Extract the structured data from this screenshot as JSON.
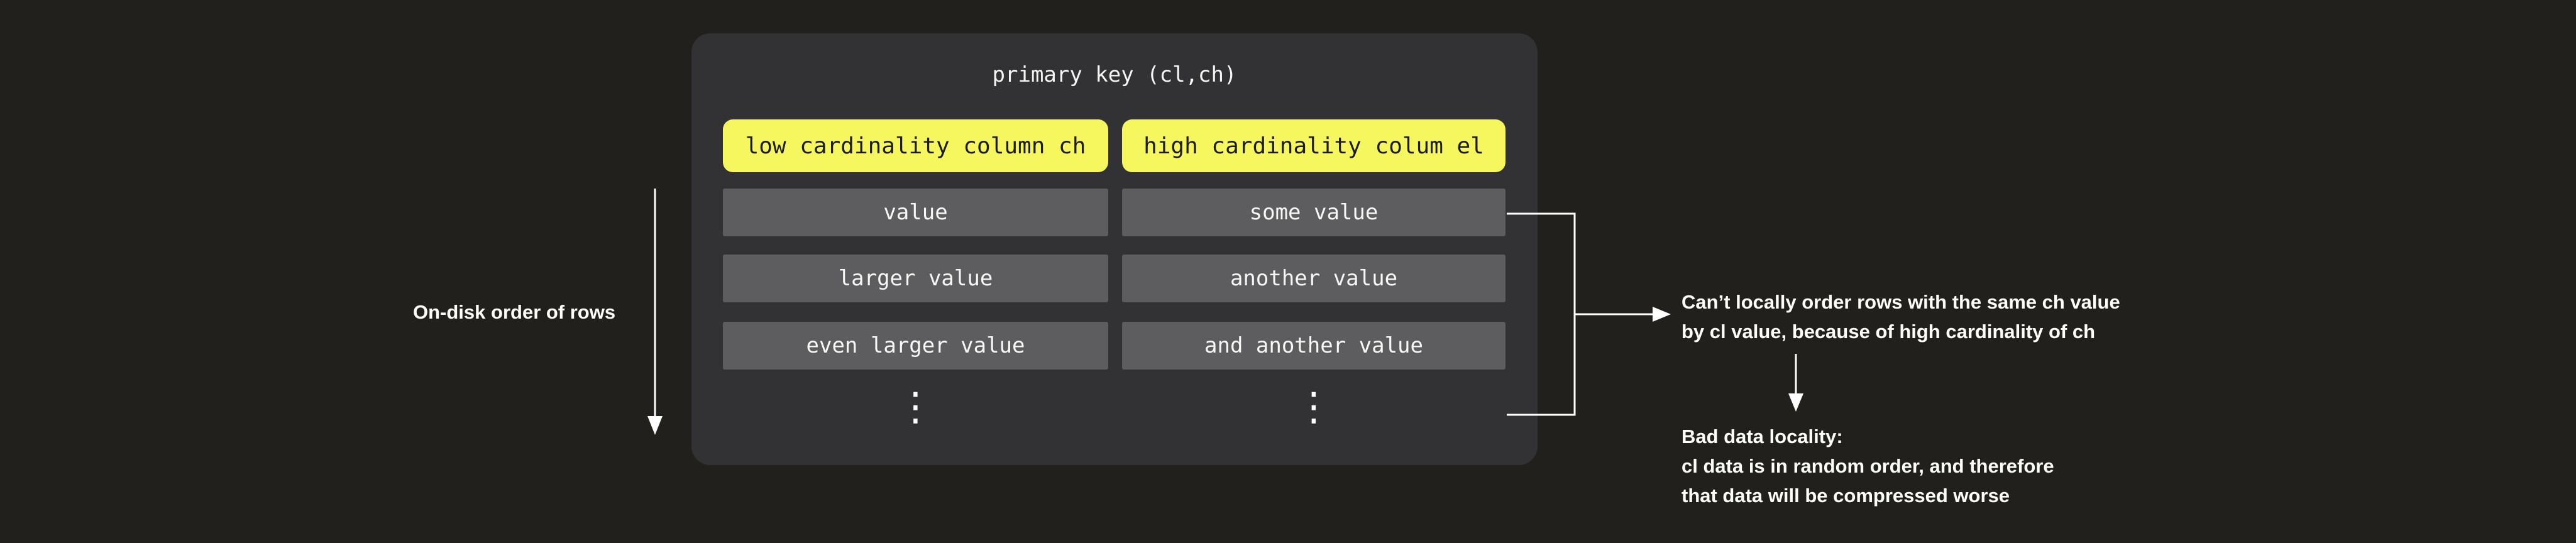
{
  "panel": {
    "title": "primary key (cl,ch)",
    "columns": [
      {
        "header": "low cardinality column ch",
        "rows": [
          "value",
          "larger value",
          "even larger value"
        ],
        "ellipsis": "⋮"
      },
      {
        "header": "high cardinality colum el",
        "rows": [
          "some value",
          "another value",
          "and another value"
        ],
        "ellipsis": "⋮"
      }
    ]
  },
  "left_label": "On-disk order of rows",
  "notes": [
    {
      "lines": [
        "Can’t locally order rows with the same ch value",
        "by cl value, because of high cardinality of ch"
      ]
    },
    {
      "lines": [
        "Bad data locality:",
        "cl data is in random order, and therefore",
        "that data will be compressed worse"
      ]
    }
  ],
  "colors": {
    "background": "#21201c",
    "panel": "#323234",
    "row_fill": "#5d5d5f",
    "highlight_yellow": "#f6f65f",
    "text_light": "#fdfdfb",
    "text_dark": "#1c1c1a",
    "connector": "#ffffff"
  }
}
